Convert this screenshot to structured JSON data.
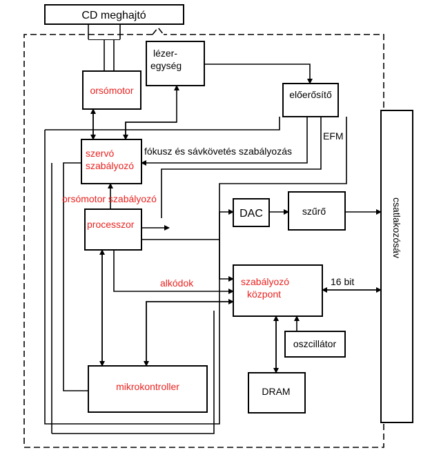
{
  "diagram": {
    "nodes": {
      "cd_drive": "CD meghajtó",
      "laser_line1": "lézer-",
      "laser_line2": "egység",
      "spindle_motor": "orsómotor",
      "preamp": "előerősítő",
      "servo_line1": "szervó",
      "servo_line2": "szabályozó",
      "processor": "processzor",
      "dac": "DAC",
      "filter": "szűrő",
      "central_line1": "szabályozó",
      "central_line2": "központ",
      "oscillator": "oszcillátor",
      "dram": "DRAM",
      "microcontroller": "mikrokontroller",
      "bus": "csatlakozósáv"
    },
    "labels": {
      "focus_tracking": "fókusz és sávkövetés szabályozás",
      "efm": "EFM",
      "spindle_control": "orsómotor szabályozó",
      "subcodes": "alkódok",
      "bits": "16 bit"
    },
    "colors": {
      "red": "#e8221f",
      "black": "#000000"
    }
  }
}
